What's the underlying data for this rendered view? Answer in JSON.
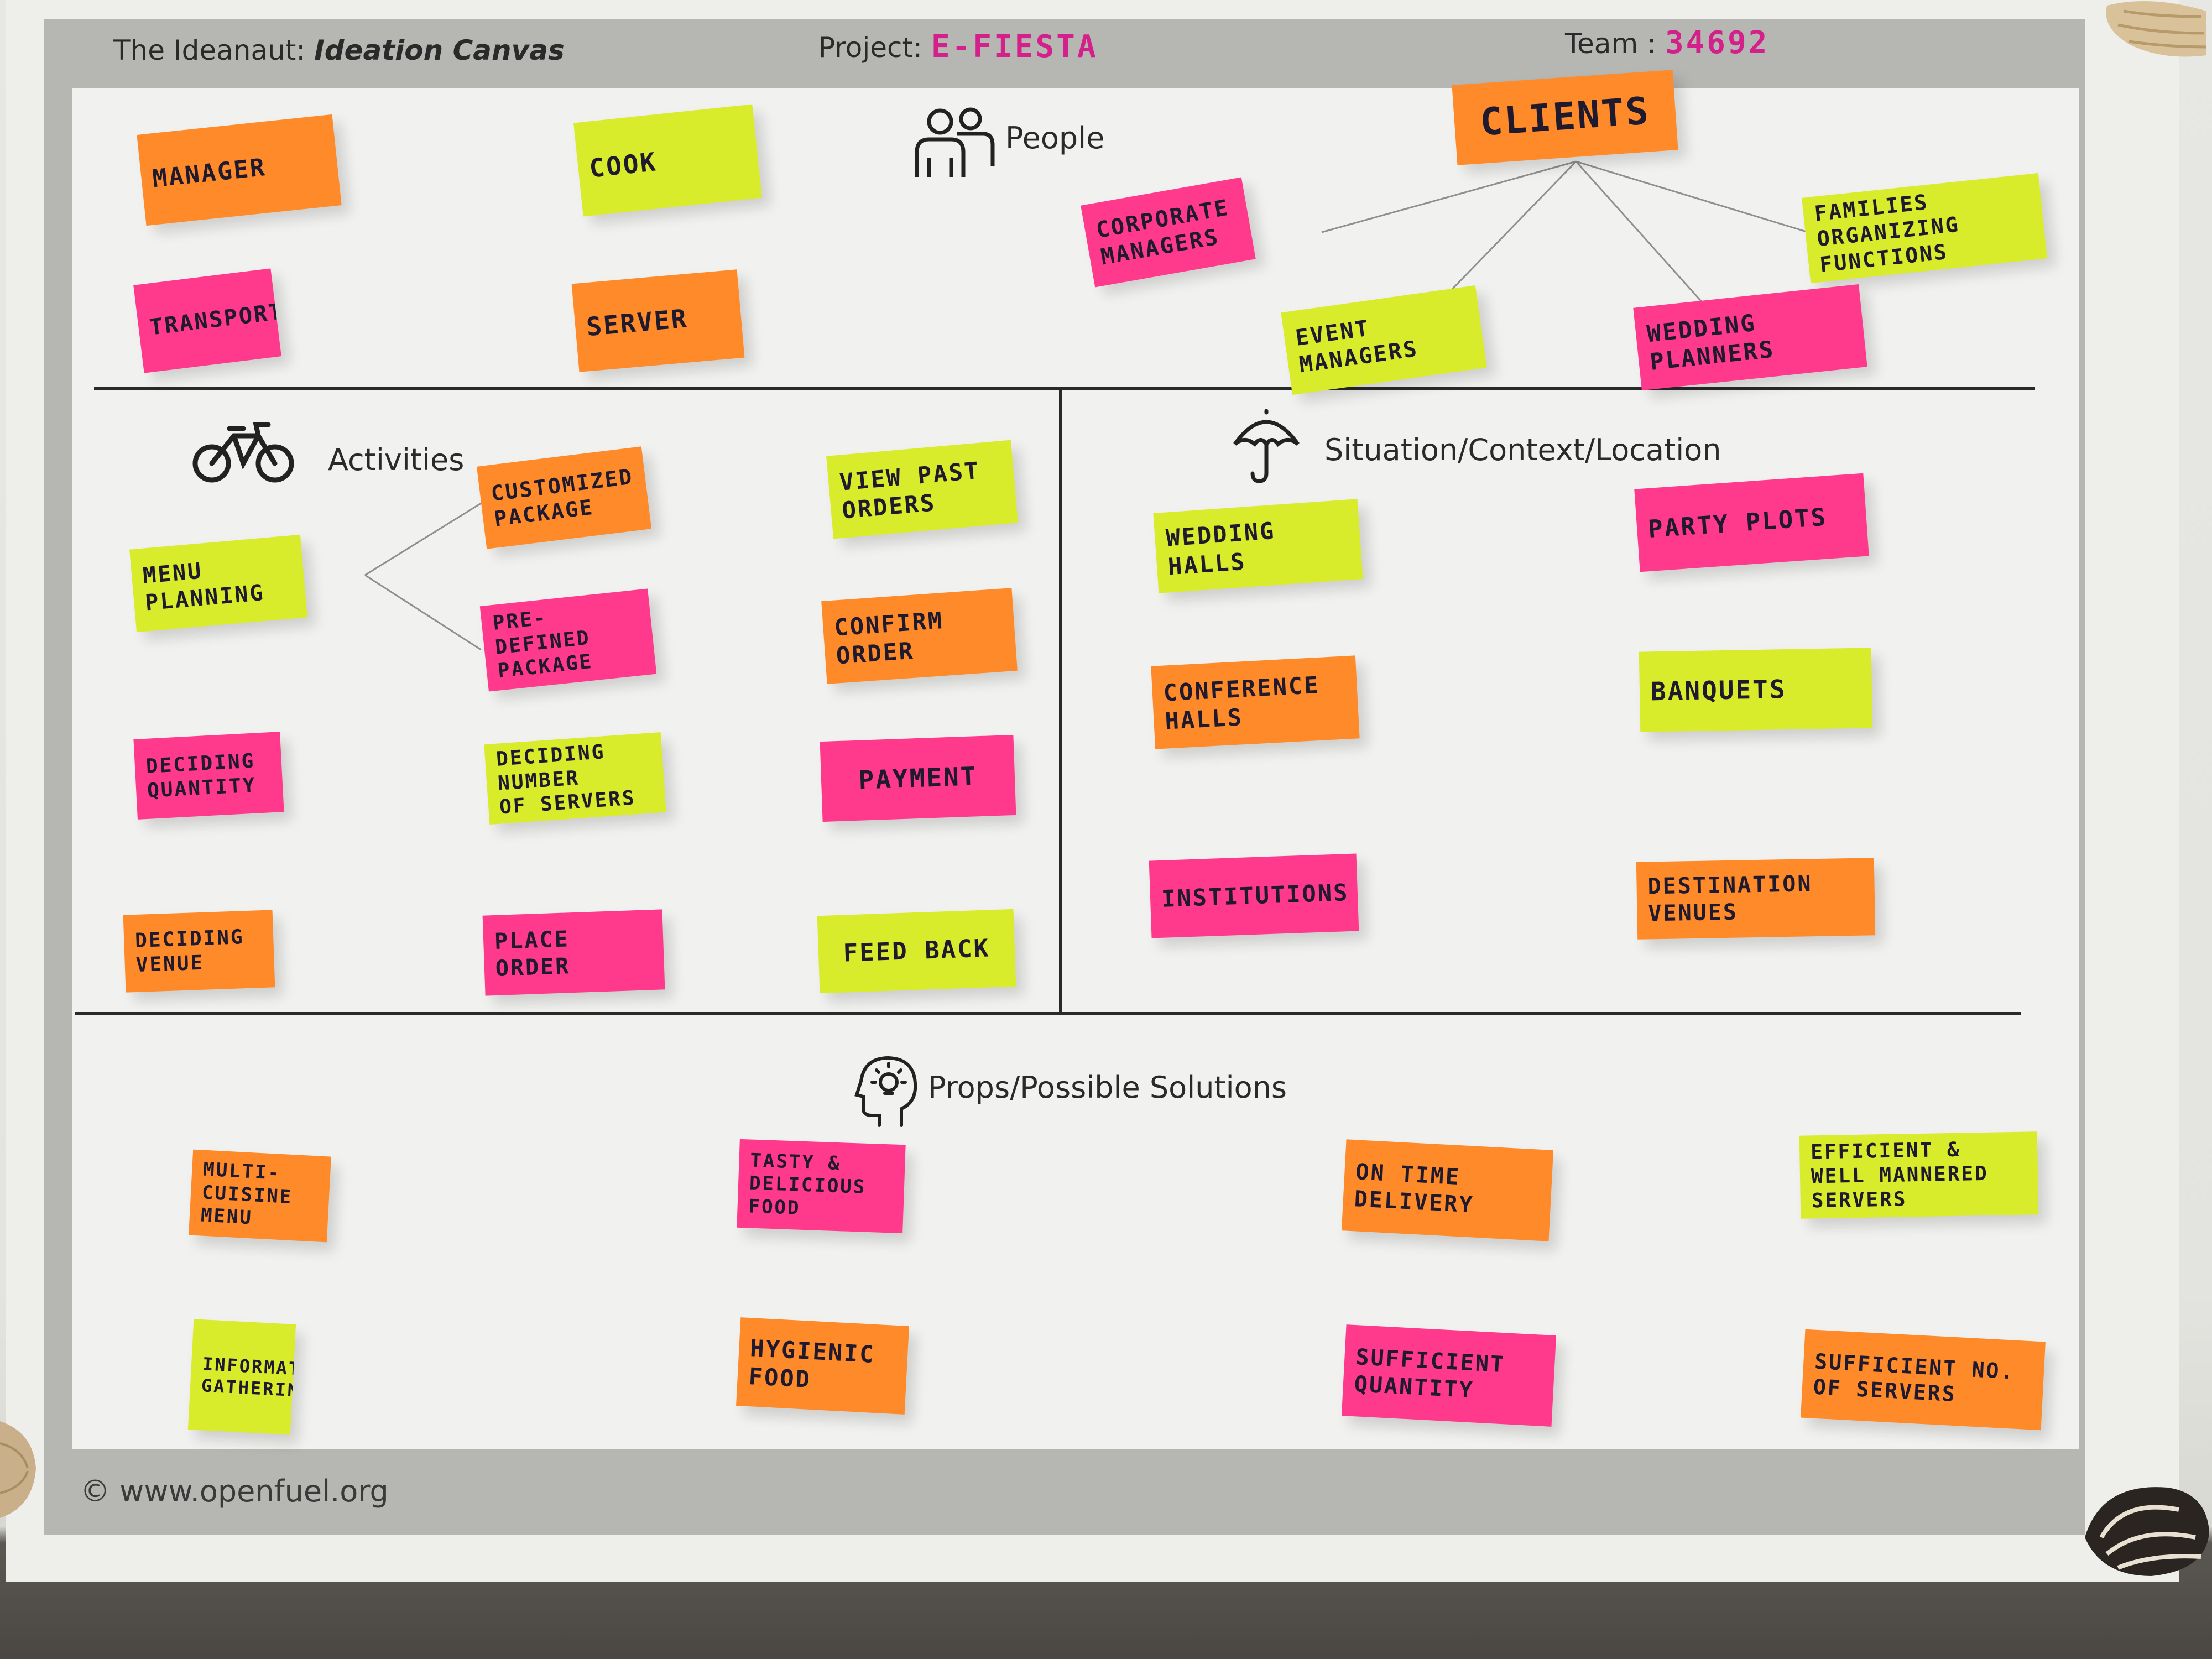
{
  "header": {
    "brand_prefix": "The Ideanaut: ",
    "brand_title": "Ideation Canvas",
    "project_label": "Project:",
    "project_value": "E-FIESTA",
    "team_label": "Team :",
    "team_value": "34692"
  },
  "sections": {
    "people": "People",
    "activities": "Activities",
    "situation": "Situation/Context/Location",
    "props": "Props/Possible Solutions"
  },
  "notes": {
    "manager": "MANAGER",
    "cook": "COOK",
    "transport": "TRANSPORT",
    "server": "SERVER",
    "clients": "CLIENTS",
    "corporate_managers": "CORPORATE\n      MANAGERS",
    "families": "FAMILIES\n  ORGANIZING\n     FUNCTIONS",
    "event_managers": "EVENT\n    MANAGERS",
    "wedding_planners": "WEDDING\n    PLANNERS",
    "menu_planning": "MENU PLANNING",
    "customized_package": "CUSTOMIZED\n     PACKAGE",
    "predefined_package": "PRE-DEFINED\n      PACKAGE",
    "deciding_quantity": "DECIDING\n   QUANTITY",
    "deciding_servers": "DECIDING NUMBER\nOF  SERVERS",
    "deciding_venue": "DECIDING\n     VENUE",
    "place_order": "PLACE  ORDER",
    "view_past_orders": "VIEW  PAST\n     ORDERS",
    "confirm_order": "CONFIRM\n     ORDER",
    "payment": "PAYMENT",
    "feed_back": "FEED  BACK",
    "wedding_halls": "WEDDING  HALLS",
    "party_plots": "PARTY  PLOTS",
    "conference_halls": "CONFERENCE\n          HALLS",
    "banquets": "BANQUETS",
    "institutions": "INSTITUTIONS",
    "destination_venues": "DESTINATION\n      VENUES",
    "multi_cuisine": "MULTI-CUISINE\n           MENU",
    "tasty_food": "TASTY & DELICIOUS\n    FOOD",
    "on_time_delivery": "ON  TIME\n        DELIVERY",
    "efficient_servers": "EFFICIENT &\nWELL MANNERED\n    SERVERS",
    "information_gathering": "INFORMATION\n          GATHERING",
    "hygienic_food": "HYGIENIC\n      FOOD",
    "sufficient_quantity": "SUFFICIENT\n      QUANTITY",
    "sufficient_servers": "SUFFICIENT  NO.\n OF   SERVERS"
  },
  "footer": {
    "copyright": "© www.openfuel.org"
  },
  "colors": {
    "orange": "#ff8a2a",
    "pink": "#ff3a8c",
    "green": "#d8ec2c",
    "marker_pink": "#d3208a"
  },
  "icons": [
    "people-icon",
    "bicycle-icon",
    "umbrella-icon",
    "head-bulb-icon"
  ]
}
